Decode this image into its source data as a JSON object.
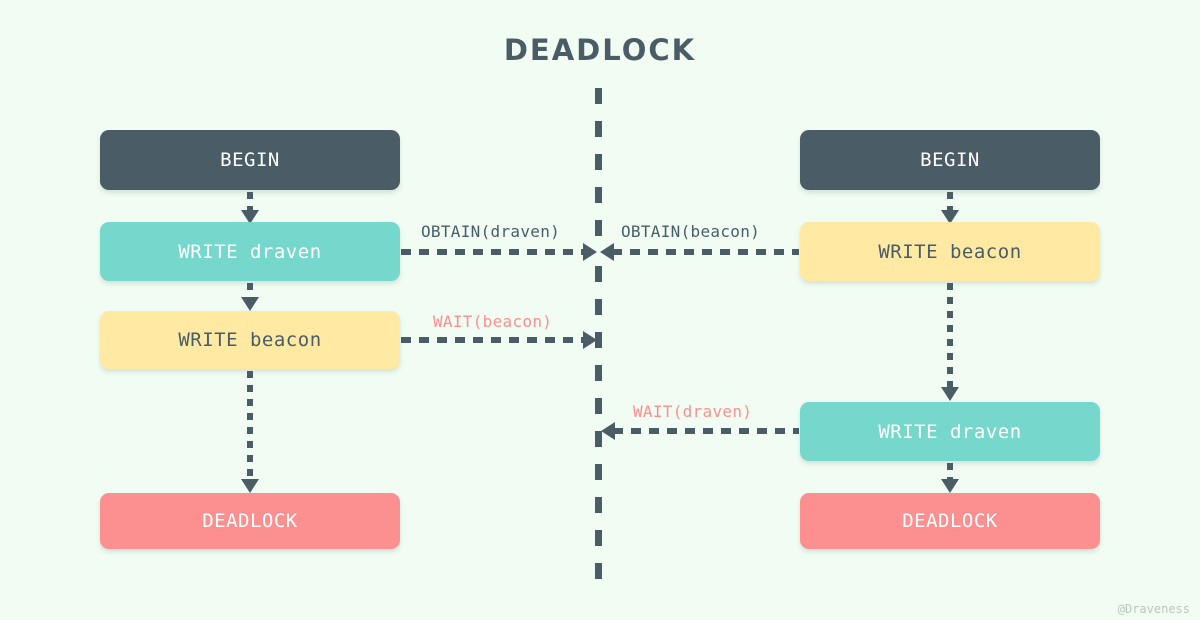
{
  "diagram": {
    "title": "DEADLOCK",
    "background_color": "#f1fdf3",
    "watermark": "@Draveness",
    "colors": {
      "begin": "#4a5c66",
      "teal": "#76d7cd",
      "yellow": "#ffe9a3",
      "red": "#fc8f8f",
      "text_dark": "#4a5c66",
      "text_light": "#ffffff",
      "label_red": "#fc8f8f",
      "watermark": "#b9c7bd"
    },
    "lifeline": {
      "name": "center-divider",
      "style": "dashed-vertical"
    }
  },
  "left_column": {
    "name": "transaction-1",
    "nodes": [
      {
        "id": "l-begin",
        "label": "BEGIN",
        "kind": "begin"
      },
      {
        "id": "l-draven",
        "label": "WRITE draven",
        "kind": "teal"
      },
      {
        "id": "l-beacon",
        "label": "WRITE beacon",
        "kind": "yellow"
      },
      {
        "id": "l-deadlock",
        "label": "DEADLOCK",
        "kind": "red"
      }
    ]
  },
  "right_column": {
    "name": "transaction-2",
    "nodes": [
      {
        "id": "r-begin",
        "label": "BEGIN",
        "kind": "begin"
      },
      {
        "id": "r-beacon",
        "label": "WRITE beacon",
        "kind": "yellow"
      },
      {
        "id": "r-draven",
        "label": "WRITE draven",
        "kind": "teal"
      },
      {
        "id": "r-deadlock",
        "label": "DEADLOCK",
        "kind": "red"
      }
    ]
  },
  "edge_labels": {
    "obtain_draven": "OBTAIN(draven)",
    "obtain_beacon": "OBTAIN(beacon)",
    "wait_beacon": "WAIT(beacon)",
    "wait_draven": "WAIT(draven)"
  }
}
